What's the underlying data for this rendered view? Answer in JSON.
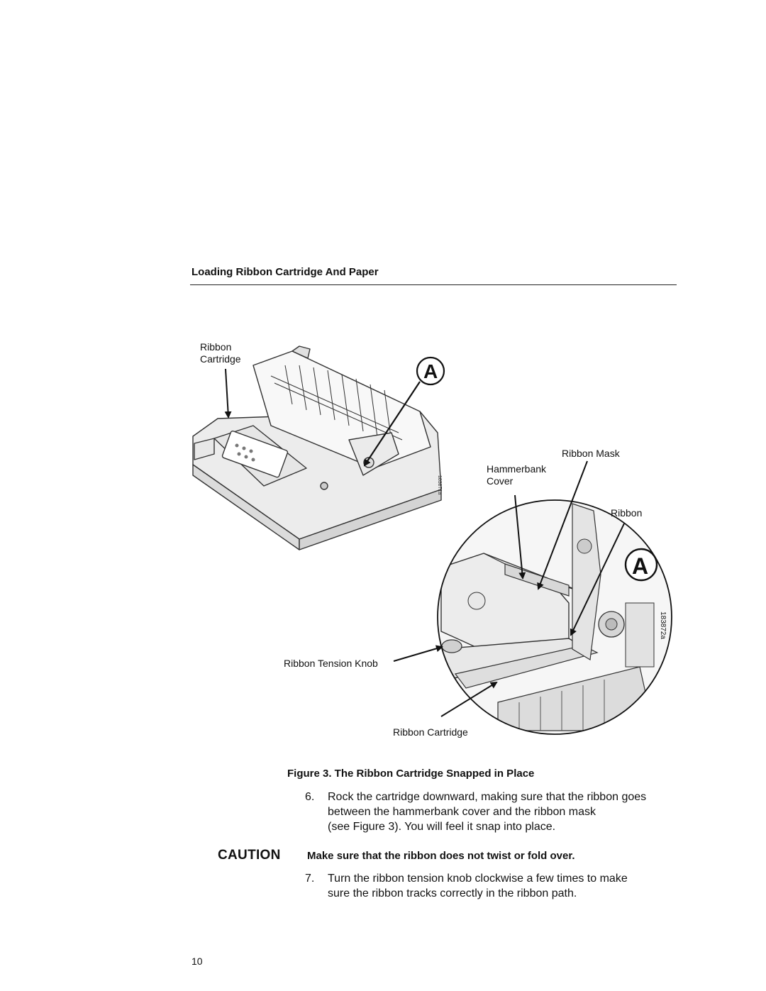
{
  "header": {
    "section_title": "Loading Ribbon Cartridge And Paper"
  },
  "figure": {
    "labels": {
      "ribbon_cartridge_top_line1": "Ribbon",
      "ribbon_cartridge_top_line2": "Cartridge",
      "ribbon_mask": "Ribbon Mask",
      "hammerbank_cover_line1": "Hammerbank",
      "hammerbank_cover_line2": "Cover",
      "ribbon": "Ribbon",
      "ribbon_tension_knob": "Ribbon Tension Knob",
      "ribbon_cartridge_bottom": "Ribbon Cartridge",
      "callout_letter": "A",
      "part_number": "183872a"
    },
    "caption": "Figure 3. The Ribbon Cartridge Snapped in Place"
  },
  "steps": [
    {
      "number": "6.",
      "lines": [
        "Rock the cartridge downward, making sure that the ribbon goes",
        "between the hammerbank cover and the ribbon mask",
        "(see Figure 3). You will feel it snap into place."
      ]
    },
    {
      "number": "7.",
      "lines": [
        "Turn the ribbon tension knob clockwise a few times to make",
        "sure the ribbon tracks correctly in the ribbon path."
      ]
    }
  ],
  "caution": {
    "label": "CAUTION",
    "text": "Make sure that the ribbon does not twist or fold over."
  },
  "footer": {
    "page_number": "10"
  }
}
